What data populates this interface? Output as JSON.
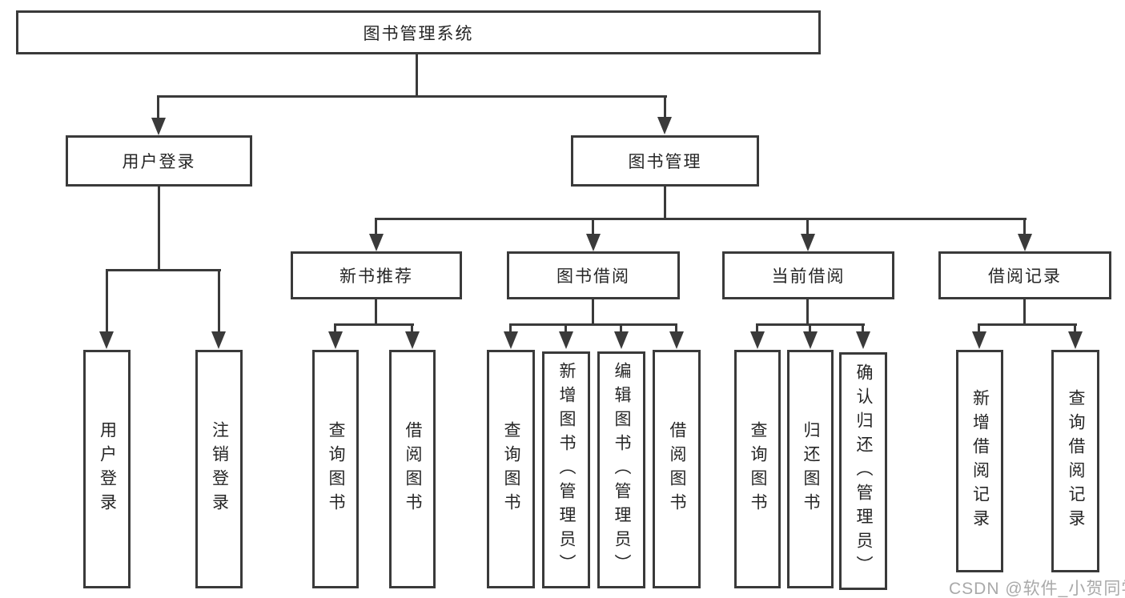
{
  "colors": {
    "line": "#3a3a3a",
    "text": "#262626",
    "watermark": "#a9a9a9",
    "background": "#ffffff"
  },
  "watermark": "CSDN @软件_小贺同学",
  "tree": {
    "root": {
      "label": "图书管理系统"
    },
    "branches": [
      {
        "label": "用户登录",
        "children": [
          {
            "label": "用户登录"
          },
          {
            "label": "注销登录"
          }
        ]
      },
      {
        "label": "图书管理",
        "children": [
          {
            "label": "新书推荐",
            "children": [
              {
                "label": "查询图书"
              },
              {
                "label": "借阅图书"
              }
            ]
          },
          {
            "label": "图书借阅",
            "children": [
              {
                "label": "查询图书"
              },
              {
                "label": "新增图书（管理员）"
              },
              {
                "label": "编辑图书（管理员）"
              },
              {
                "label": "借阅图书"
              }
            ]
          },
          {
            "label": "当前借阅",
            "children": [
              {
                "label": "查询图书"
              },
              {
                "label": "归还图书"
              },
              {
                "label": "确认归还（管理员）"
              }
            ]
          },
          {
            "label": "借阅记录",
            "children": [
              {
                "label": "新增借阅记录"
              },
              {
                "label": "查询借阅记录"
              }
            ]
          }
        ]
      }
    ]
  }
}
